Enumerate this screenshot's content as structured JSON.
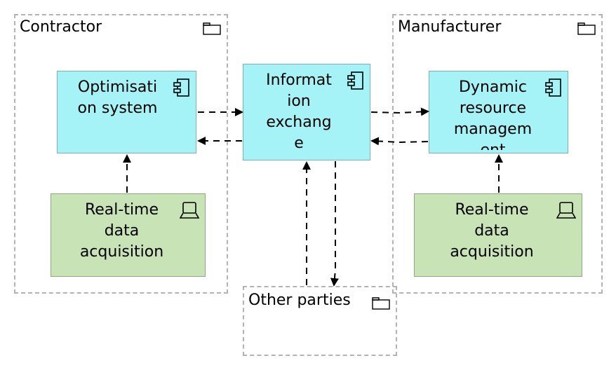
{
  "groups": {
    "contractor": "Contractor",
    "manufacturer": "Manufacturer",
    "other_parties": "Other parties"
  },
  "components": {
    "optimisation": "Optimisati\non system",
    "information_exchange": "Informat\nion\nexchang\ne",
    "dynamic_resource": "Dynamic\nresource\nmanagem\nent"
  },
  "devices": {
    "contractor_acquisition": "Real-time\ndata\nacquisition",
    "manufacturer_acquisition": "Real-time\ndata\nacquisition"
  },
  "icons": {
    "group": "folder-icon",
    "component": "component-icon",
    "device": "device-icon"
  },
  "colors": {
    "component_fill": "#a6f3f7",
    "device_fill": "#c8e3b5",
    "group_border": "#b3b3b3"
  }
}
